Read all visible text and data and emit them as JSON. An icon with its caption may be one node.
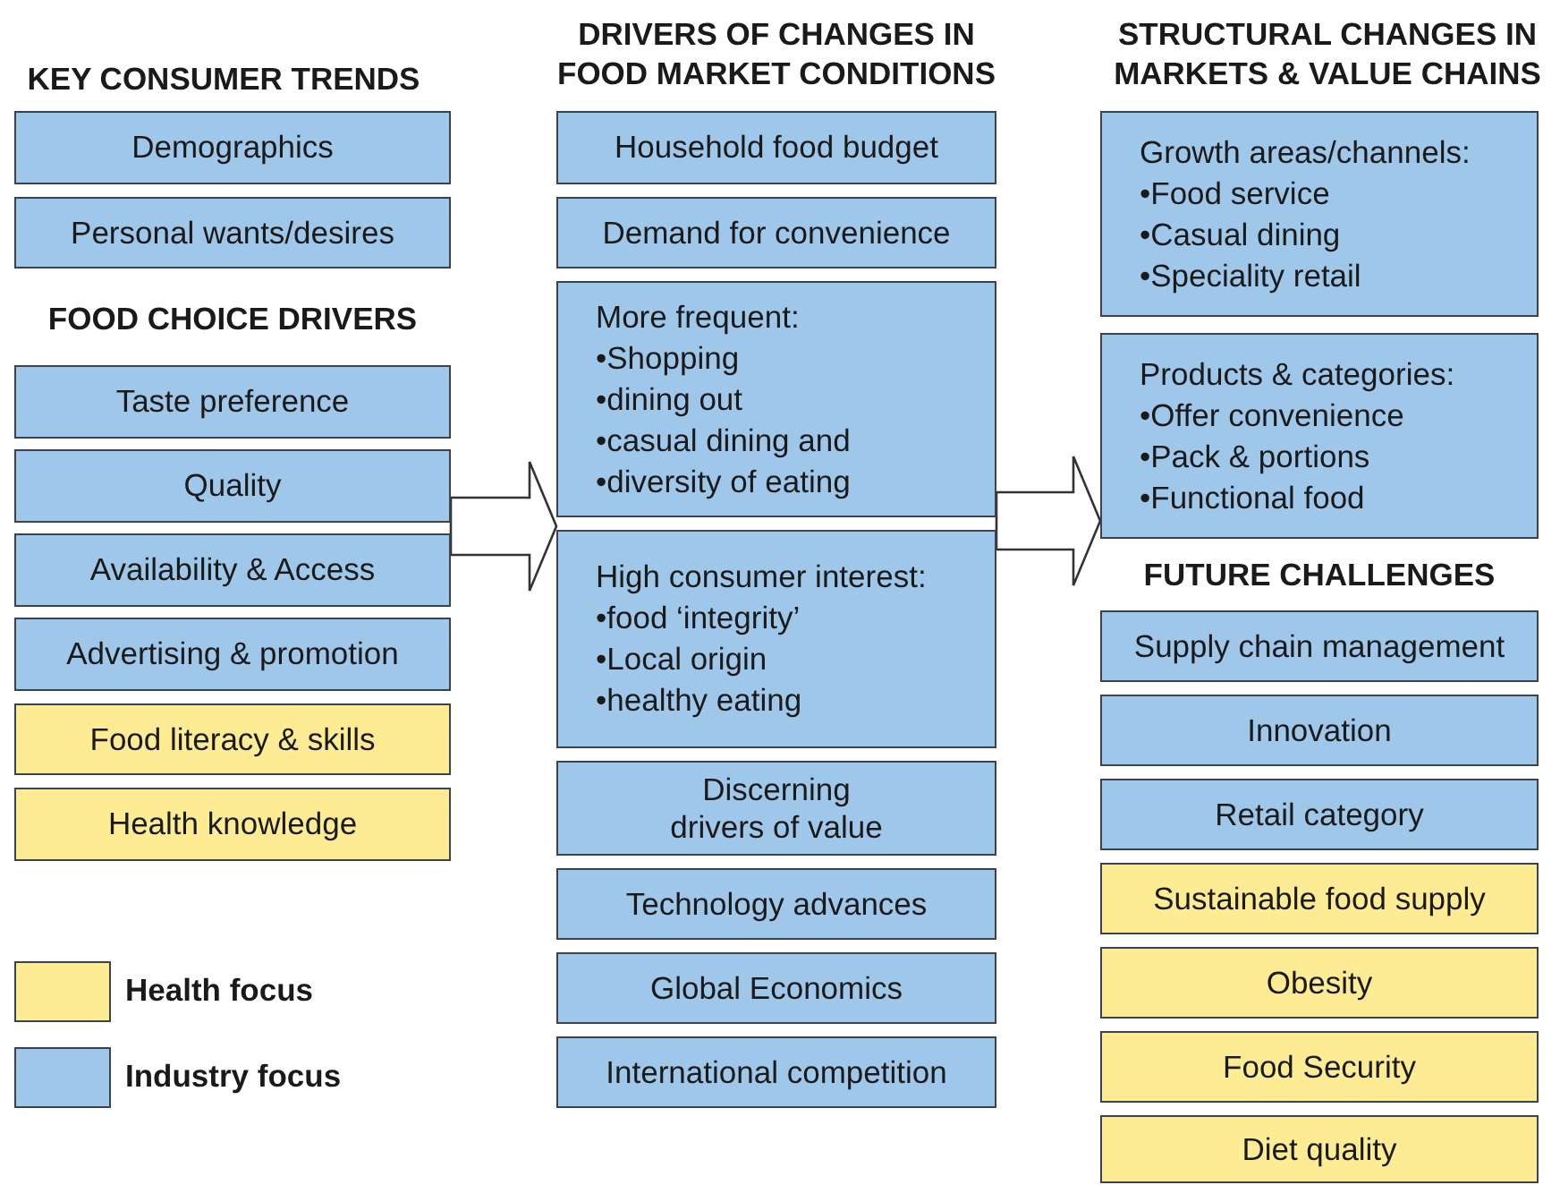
{
  "diagram": {
    "nodes": [
      {
        "text": [
          "Demographics"
        ]
      },
      {
        "text": [
          "Personal wants/desires"
        ]
      },
      {
        "text": [
          "Taste preference"
        ]
      },
      {
        "text": [
          "Quality"
        ]
      },
      {
        "text": [
          "Availability & Access"
        ]
      },
      {
        "text": [
          "Advertising & promotion"
        ]
      },
      {
        "text": [
          "Food literacy & skills"
        ]
      },
      {
        "text": [
          "Health knowledge"
        ]
      },
      {
        "text": [
          "Household food budget"
        ]
      },
      {
        "text": [
          "Demand for convenience"
        ]
      },
      {
        "text": [
          "More frequent:",
          "•Shopping",
          "•dining out",
          "•casual dining and",
          "•diversity of eating"
        ]
      },
      {
        "text": [
          "High consumer interest:",
          "•food ‘integrity’",
          "•Local origin",
          "•healthy eating"
        ]
      },
      {
        "text": [
          "Discerning drivers of value"
        ]
      },
      {
        "text": [
          "Technology advances"
        ]
      },
      {
        "text": [
          "Global Economics"
        ]
      },
      {
        "text": [
          "International competition"
        ]
      },
      {
        "text": [
          "Growth areas/channels:",
          "•Food service",
          "•Casual dining",
          "•Speciality retail"
        ]
      },
      {
        "text": [
          "Products & categories:",
          "•Offer convenience",
          "•Pack & portions",
          "•Functional food"
        ]
      },
      {
        "text": [
          "Supply chain management"
        ]
      },
      {
        "text": [
          "Innovation"
        ]
      },
      {
        "text": [
          "Retail category"
        ]
      },
      {
        "text": [
          "Sustainable food supply"
        ]
      },
      {
        "text": [
          "Obesity"
        ]
      },
      {
        "text": [
          "Food Security"
        ]
      },
      {
        "text": [
          "Diet quality"
        ]
      }
    ],
    "edges": [
      {
        "from": 3,
        "to": 10,
        "arrow": "to"
      },
      {
        "from": 10,
        "to": 17,
        "arrow": "to"
      }
    ],
    "labels": [
      "KEY CONSUMER TRENDS",
      "DRIVERS OF CHANGES IN FOOD MARKET CONDITIONS",
      "STRUCTURAL CHANGES IN MARKETS & VALUE CHAINS",
      "FOOD CHOICE DRIVERS",
      "FUTURE CHALLENGES"
    ],
    "legend": [
      {
        "text": "Health focus",
        "color": "#fdec94"
      },
      {
        "text": "Industry focus",
        "color": "#9ec7ea"
      }
    ]
  }
}
